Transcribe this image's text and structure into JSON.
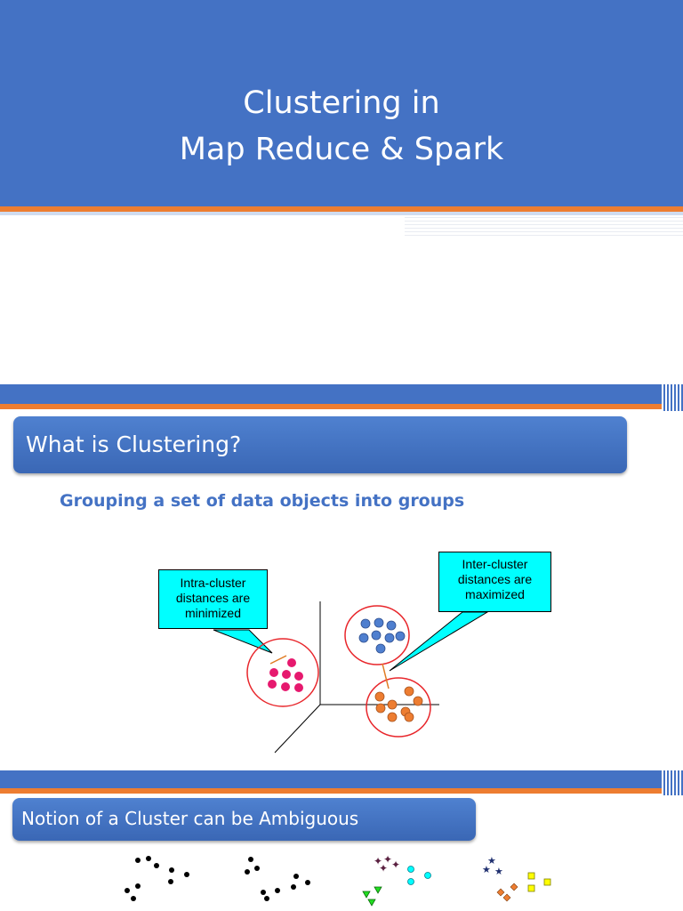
{
  "slide1": {
    "title_line1": "Clustering in",
    "title_line2": "Map Reduce & Spark"
  },
  "slide2": {
    "title": "What is Clustering?",
    "subtitle": "Grouping a set of data objects into groups",
    "callout_intra": [
      "Intra-cluster",
      "distances are",
      "minimized"
    ],
    "callout_inter": [
      "Inter-cluster",
      "distances are",
      "maximized"
    ]
  },
  "slide3": {
    "title": "Notion of a Cluster can be Ambiguous"
  },
  "colors": {
    "brand_blue": "#4472c4",
    "accent_orange": "#ed7d31",
    "callout_cyan": "#00ffff",
    "cluster_pink": "#e6196e",
    "cluster_blue": "#4f7fcf",
    "cluster_orange": "#ed7d31",
    "circle_red": "#e8262b"
  }
}
